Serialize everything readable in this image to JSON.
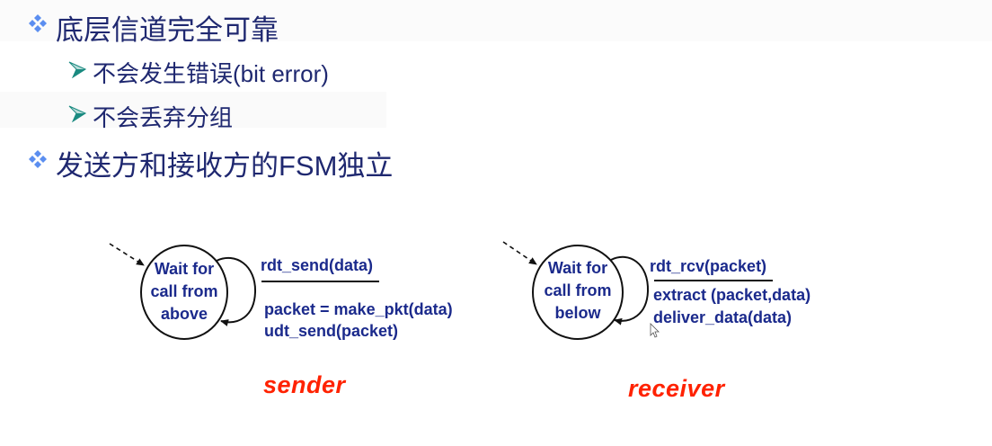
{
  "slide": {
    "bullets": [
      {
        "level": 1,
        "icon": "diamond-bullet-icon",
        "text": "底层信道完全可靠"
      },
      {
        "level": 2,
        "icon": "arrow-bullet-icon",
        "text": "不会发生错误(bit error)"
      },
      {
        "level": 2,
        "icon": "arrow-bullet-icon",
        "text": "不会丢弃分组"
      },
      {
        "level": 1,
        "icon": "diamond-bullet-icon",
        "text": "发送方和接收方的FSM独立"
      }
    ],
    "colors": {
      "text": "#1f2870",
      "diagram_text": "#1b2a8c",
      "bullet_diamond": "#5b8ef0",
      "bullet_arrow": "#1a8a80",
      "role_label": "#ff2200"
    }
  },
  "sender": {
    "state": [
      "Wait for",
      "call from",
      "above"
    ],
    "event": "rdt_send(data)",
    "actions": [
      "packet = make_pkt(data)",
      "udt_send(packet)"
    ],
    "label": "sender"
  },
  "receiver": {
    "state": [
      "Wait for",
      "call from",
      "below"
    ],
    "event": "rdt_rcv(packet)",
    "actions": [
      "extract (packet,data)",
      "deliver_data(data)"
    ],
    "label": "receiver"
  }
}
